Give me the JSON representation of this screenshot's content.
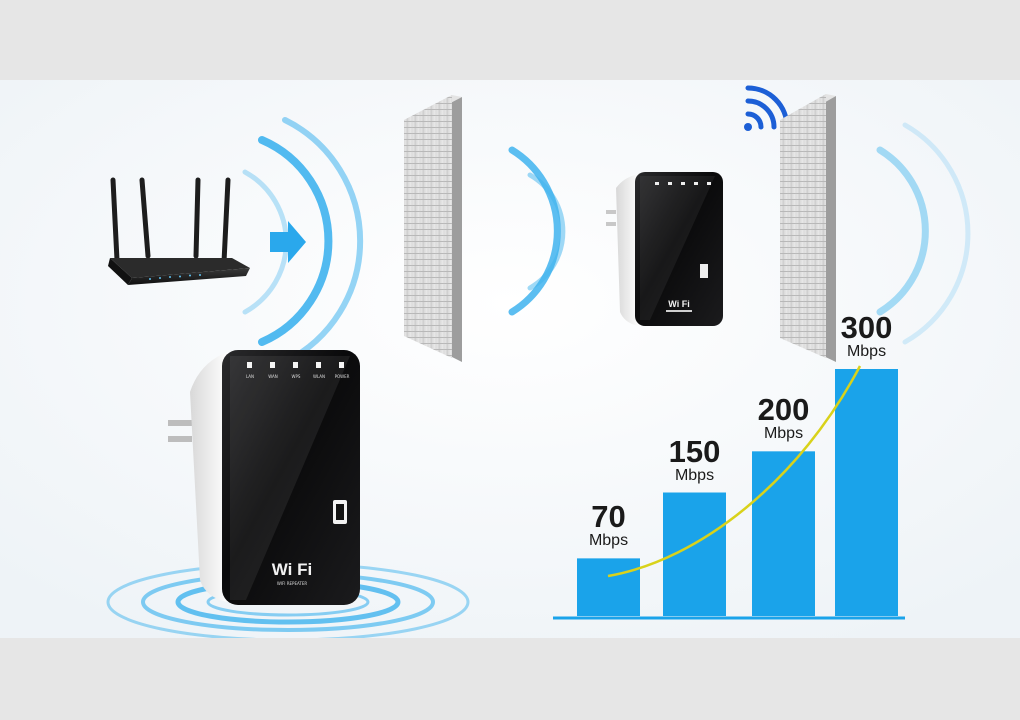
{
  "product": {
    "led_labels": [
      "LAN",
      "WAN",
      "WPS",
      "WLAN",
      "POWER"
    ],
    "wifi_logo": "Wi Fi",
    "wifi_sub": "WIFI REPEATER"
  },
  "colors": {
    "bar_blue": "#1aa3ea",
    "wave_blue": "#3fb3ee",
    "arrow_blue": "#2aa8ec",
    "curve_yellow": "#d9d21a",
    "device_black": "#0f0f10",
    "wall_gray": "#cfcfcf"
  },
  "icons": [
    "router-icon",
    "wifi-signal-icon",
    "arrow-right-icon",
    "wall-icon",
    "repeater-device-icon"
  ],
  "chart_data": {
    "type": "bar",
    "categories": [
      "70 Mbps",
      "150 Mbps",
      "200 Mbps",
      "300 Mbps"
    ],
    "values": [
      70,
      150,
      200,
      300
    ],
    "unit": "Mbps",
    "labels": [
      {
        "num": "70",
        "unit": "Mbps"
      },
      {
        "num": "150",
        "unit": "Mbps"
      },
      {
        "num": "200",
        "unit": "Mbps"
      },
      {
        "num": "300",
        "unit": "Mbps"
      }
    ],
    "trend_curve": true
  }
}
